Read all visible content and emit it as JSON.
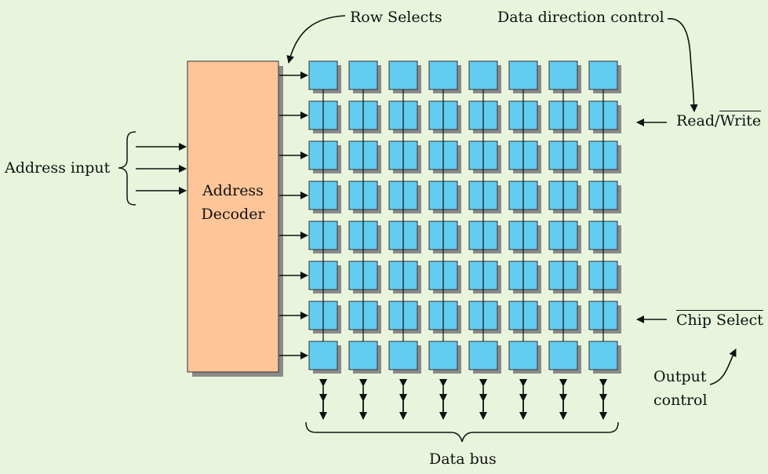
{
  "labels": {
    "row_selects": "Row Selects",
    "data_direction_control": "Data direction control",
    "address_input": "Address input",
    "decoder_line1": "Address",
    "decoder_line2": "Decoder",
    "read": "Read/",
    "write": "Write",
    "chip_select": "Chip Select",
    "output_control_line1": "Output",
    "output_control_line2": "control",
    "data_bus": "Data bus"
  },
  "grid": {
    "rows": 8,
    "cols": 8
  },
  "address_input_lines": 3,
  "colors": {
    "background": "#e8f5dc",
    "decoder_fill": "#fdc598",
    "cell_fill": "#62cdf0",
    "shadow": "#8a8a8a",
    "line": "#111111"
  }
}
